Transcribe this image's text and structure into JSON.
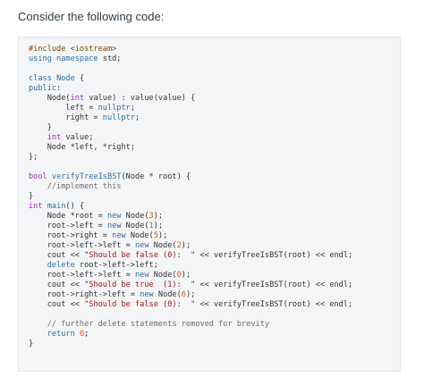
{
  "prompt": "Consider the following code:",
  "code": {
    "lines": [
      [
        {
          "t": "pp",
          "v": "#include <iostream>"
        }
      ],
      [
        {
          "t": "kw",
          "v": "using namespace"
        },
        {
          "t": "txt",
          "v": " std;"
        }
      ],
      [],
      [
        {
          "t": "kw",
          "v": "class"
        },
        {
          "t": "txt",
          "v": " "
        },
        {
          "t": "fn",
          "v": "Node"
        },
        {
          "t": "txt",
          "v": " {"
        }
      ],
      [
        {
          "t": "kw",
          "v": "public"
        },
        {
          "t": "txt",
          "v": ":"
        }
      ],
      [
        {
          "t": "txt",
          "v": "    Node("
        },
        {
          "t": "ty",
          "v": "int"
        },
        {
          "t": "txt",
          "v": " value) : value(value) {"
        }
      ],
      [
        {
          "t": "txt",
          "v": "        left = "
        },
        {
          "t": "kw",
          "v": "nullptr"
        },
        {
          "t": "txt",
          "v": ";"
        }
      ],
      [
        {
          "t": "txt",
          "v": "        right = "
        },
        {
          "t": "kw",
          "v": "nullptr"
        },
        {
          "t": "txt",
          "v": ";"
        }
      ],
      [
        {
          "t": "txt",
          "v": "    }"
        }
      ],
      [
        {
          "t": "txt",
          "v": "    "
        },
        {
          "t": "ty",
          "v": "int"
        },
        {
          "t": "txt",
          "v": " value;"
        }
      ],
      [
        {
          "t": "txt",
          "v": "    Node *left, *right;"
        }
      ],
      [
        {
          "t": "txt",
          "v": "};"
        }
      ],
      [],
      [
        {
          "t": "ty",
          "v": "bool"
        },
        {
          "t": "txt",
          "v": " "
        },
        {
          "t": "fn",
          "v": "verifyTreeIsBST"
        },
        {
          "t": "txt",
          "v": "(Node * root) {"
        }
      ],
      [
        {
          "t": "txt",
          "v": "    "
        },
        {
          "t": "cm",
          "v": "//implement this"
        }
      ],
      [
        {
          "t": "txt",
          "v": "}"
        }
      ],
      [
        {
          "t": "ty",
          "v": "int"
        },
        {
          "t": "txt",
          "v": " "
        },
        {
          "t": "fn",
          "v": "main"
        },
        {
          "t": "txt",
          "v": "() {"
        }
      ],
      [
        {
          "t": "txt",
          "v": "    Node *root = "
        },
        {
          "t": "kw",
          "v": "new"
        },
        {
          "t": "txt",
          "v": " Node("
        },
        {
          "t": "num",
          "v": "3"
        },
        {
          "t": "txt",
          "v": ");"
        }
      ],
      [
        {
          "t": "txt",
          "v": "    root->left = "
        },
        {
          "t": "kw",
          "v": "new"
        },
        {
          "t": "txt",
          "v": " Node("
        },
        {
          "t": "num",
          "v": "1"
        },
        {
          "t": "txt",
          "v": ");"
        }
      ],
      [
        {
          "t": "txt",
          "v": "    root->right = "
        },
        {
          "t": "kw",
          "v": "new"
        },
        {
          "t": "txt",
          "v": " Node("
        },
        {
          "t": "num",
          "v": "5"
        },
        {
          "t": "txt",
          "v": ");"
        }
      ],
      [
        {
          "t": "txt",
          "v": "    root->left->left = "
        },
        {
          "t": "kw",
          "v": "new"
        },
        {
          "t": "txt",
          "v": " Node("
        },
        {
          "t": "num",
          "v": "2"
        },
        {
          "t": "txt",
          "v": ");"
        }
      ],
      [
        {
          "t": "txt",
          "v": "    cout << "
        },
        {
          "t": "str",
          "v": "\"Should be false (0):  \""
        },
        {
          "t": "txt",
          "v": " << verifyTreeIsBST(root) << endl;"
        }
      ],
      [
        {
          "t": "txt",
          "v": "    "
        },
        {
          "t": "kw",
          "v": "delete"
        },
        {
          "t": "txt",
          "v": " root->left->left;"
        }
      ],
      [
        {
          "t": "txt",
          "v": "    root->left->left = "
        },
        {
          "t": "kw",
          "v": "new"
        },
        {
          "t": "txt",
          "v": " Node("
        },
        {
          "t": "num",
          "v": "0"
        },
        {
          "t": "txt",
          "v": ");"
        }
      ],
      [
        {
          "t": "txt",
          "v": "    cout << "
        },
        {
          "t": "str",
          "v": "\"Should be true  (1):  \""
        },
        {
          "t": "txt",
          "v": " << verifyTreeIsBST(root) << endl;"
        }
      ],
      [
        {
          "t": "txt",
          "v": "    root->right->left = "
        },
        {
          "t": "kw",
          "v": "new"
        },
        {
          "t": "txt",
          "v": " Node("
        },
        {
          "t": "num",
          "v": "6"
        },
        {
          "t": "txt",
          "v": ");"
        }
      ],
      [
        {
          "t": "txt",
          "v": "    cout << "
        },
        {
          "t": "str",
          "v": "\"Should be false (0):  \""
        },
        {
          "t": "txt",
          "v": " << verifyTreeIsBST(root) << endl;"
        }
      ],
      [],
      [
        {
          "t": "txt",
          "v": "    "
        },
        {
          "t": "cm",
          "v": "// further delete statements removed for brevity"
        }
      ],
      [
        {
          "t": "txt",
          "v": "    "
        },
        {
          "t": "kw",
          "v": "return"
        },
        {
          "t": "txt",
          "v": " "
        },
        {
          "t": "num",
          "v": "0"
        },
        {
          "t": "txt",
          "v": ";"
        }
      ],
      [
        {
          "t": "txt",
          "v": "}"
        }
      ]
    ]
  }
}
